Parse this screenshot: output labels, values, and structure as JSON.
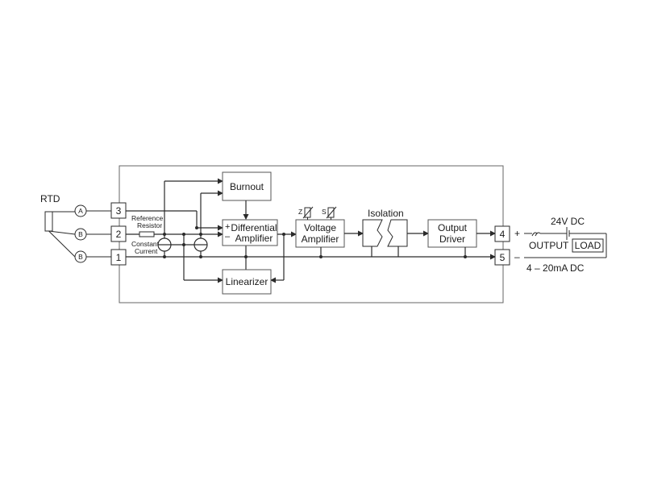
{
  "diagram": {
    "rtd_label": "RTD",
    "leads": {
      "a": "A",
      "b_top": "B",
      "b_bottom": "B"
    },
    "input_terminals": {
      "t3": "3",
      "t2": "2",
      "t1": "1"
    },
    "output_terminals": {
      "t4": "4",
      "t5": "5"
    },
    "reference_resistor": {
      "line1": "Reference",
      "line2": "Resistor"
    },
    "constant_current": {
      "line1": "Constant",
      "line2": "Current"
    },
    "blocks": {
      "burnout": "Burnout",
      "differential_amplifier": {
        "line1": "Differential",
        "line2": "Amplifier"
      },
      "linearizer": "Linearizer",
      "voltage_amplifier": {
        "line1": "Voltage",
        "line2": "Amplifier"
      },
      "output_driver": {
        "line1": "Output",
        "line2": "Driver"
      }
    },
    "isolation_label": "Isolation",
    "zero_label": "Z",
    "span_label": "S",
    "amp_plus": "+",
    "amp_minus": "–",
    "supply_label": "24V DC",
    "output_label": "OUTPUT",
    "load_label": "LOAD",
    "plus_sign": "+",
    "minus_sign": "–",
    "current_range": "4 – 20mA DC"
  }
}
